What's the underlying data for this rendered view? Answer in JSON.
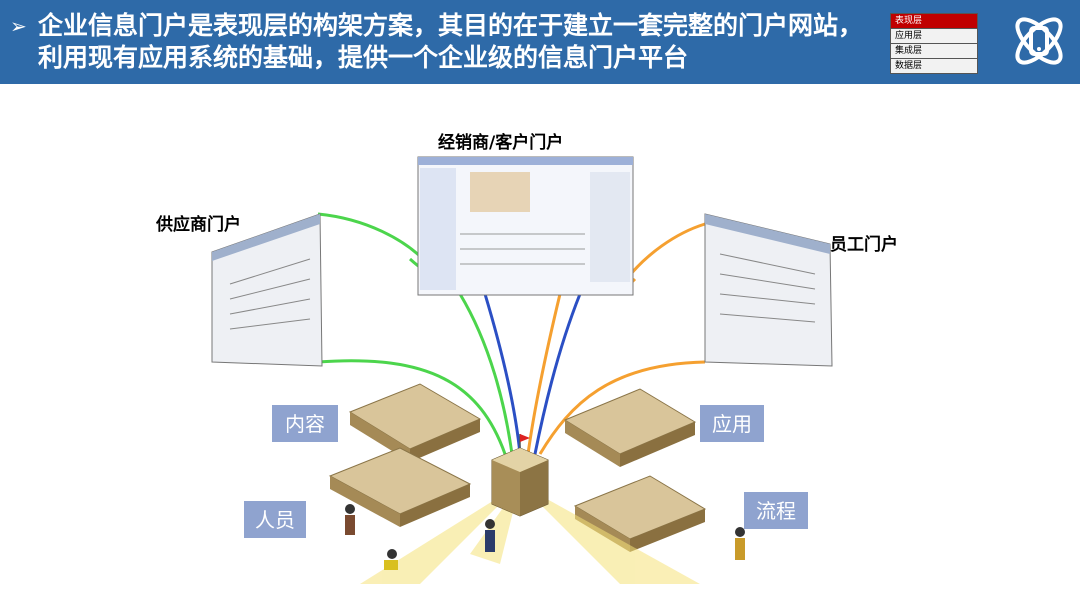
{
  "header": {
    "title": "企业信息门户是表现层的构架方案，其目的在于建立一套完整的门户网站，利用现有应用系统的基础，提供一个企业级的信息门户平台",
    "bullet": "➢"
  },
  "layers": [
    {
      "label": "表现层",
      "active": true
    },
    {
      "label": "应用层",
      "active": false
    },
    {
      "label": "集成层",
      "active": false
    },
    {
      "label": "数据层",
      "active": false
    }
  ],
  "portals": {
    "dealer": "经销商/客户门户",
    "supplier": "供应商门户",
    "employee": "员工门户"
  },
  "categories": {
    "content": "内容",
    "application": "应用",
    "people": "人员",
    "process": "流程"
  },
  "colors": {
    "header_bg": "#2e6aa8",
    "active_layer": "#c00000",
    "label_box": "#8fa3cf",
    "green_line": "#4cd54c",
    "blue_line": "#2b4fc4",
    "orange_line": "#f5a030"
  },
  "icons": {
    "logo": "atom-phone-icon"
  }
}
